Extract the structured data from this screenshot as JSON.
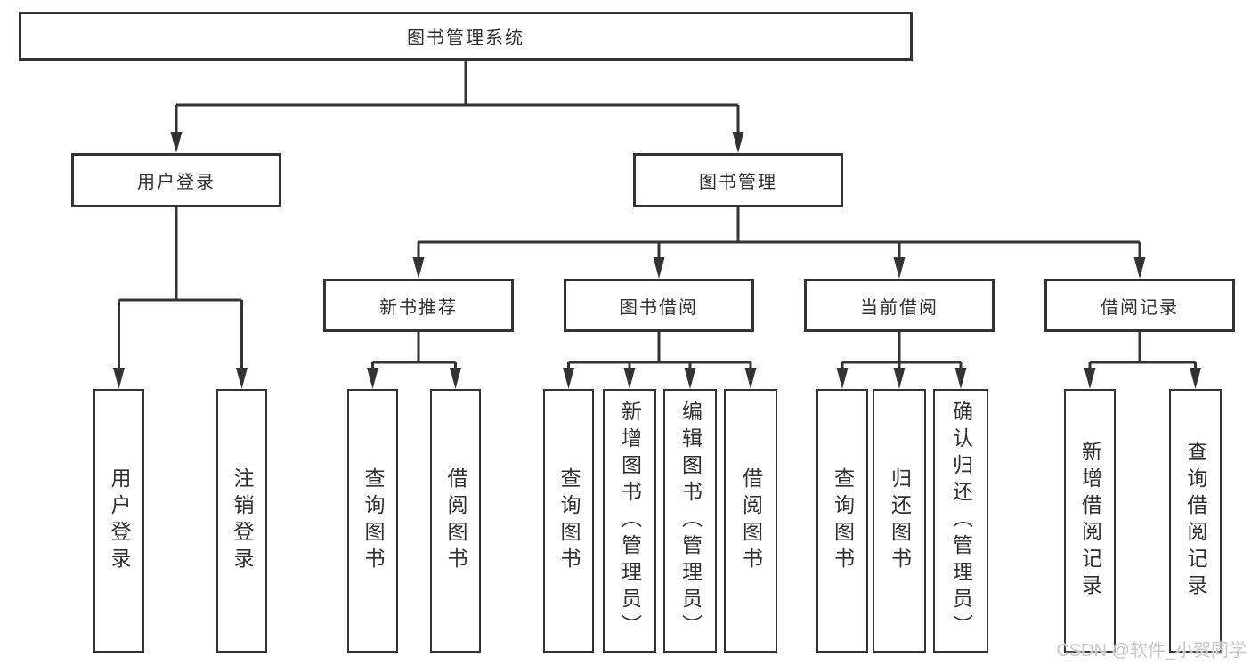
{
  "diagram": {
    "type": "hierarchy-diagram",
    "title": "图书管理系统",
    "hierarchy": [
      {
        "parent": "图书管理系统",
        "children": [
          "用户登录",
          "图书管理"
        ]
      },
      {
        "parent": "用户登录",
        "children": [
          "用户登录",
          "注销登录"
        ]
      },
      {
        "parent": "图书管理",
        "children": [
          "新书推荐",
          "图书借阅",
          "当前借阅",
          "借阅记录"
        ]
      },
      {
        "parent": "新书推荐",
        "children": [
          "查询图书",
          "借阅图书"
        ]
      },
      {
        "parent": "图书借阅",
        "children": [
          "查询图书",
          "新增图书（管理员）",
          "编辑图书（管理员）",
          "借阅图书"
        ]
      },
      {
        "parent": "当前借阅",
        "children": [
          "查询图书",
          "归还图书",
          "确认归还（管理员）"
        ]
      },
      {
        "parent": "借阅记录",
        "children": [
          "新增借阅记录",
          "查询借阅记录"
        ]
      }
    ]
  },
  "nodes": {
    "root": "图书管理系统",
    "user_login": "用户登录",
    "book_mgmt": "图书管理",
    "new_book_rec": "新书推荐",
    "book_borrow": "图书借阅",
    "current_borrow": "当前借阅",
    "borrow_record": "借阅记录",
    "ul_login": "用户登录",
    "ul_logout": "注销登录",
    "nbr_query": "查询图书",
    "nbr_borrow": "借阅图书",
    "bb_query": "查询图书",
    "bb_add": "新增图书（管理员）",
    "bb_edit": "编辑图书（管理员）",
    "bb_borrow": "借阅图书",
    "cb_query": "查询图书",
    "cb_return": "归还图书",
    "cb_confirm": "确认归还（管理员）",
    "br_add": "新增借阅记录",
    "br_query": "查询借阅记录"
  },
  "watermark": "CSDN @软件_小贺同学",
  "colors": {
    "line": "#333333",
    "text": "#2f2f2f",
    "watermark": "#c8c8c8",
    "background": "#ffffff"
  }
}
